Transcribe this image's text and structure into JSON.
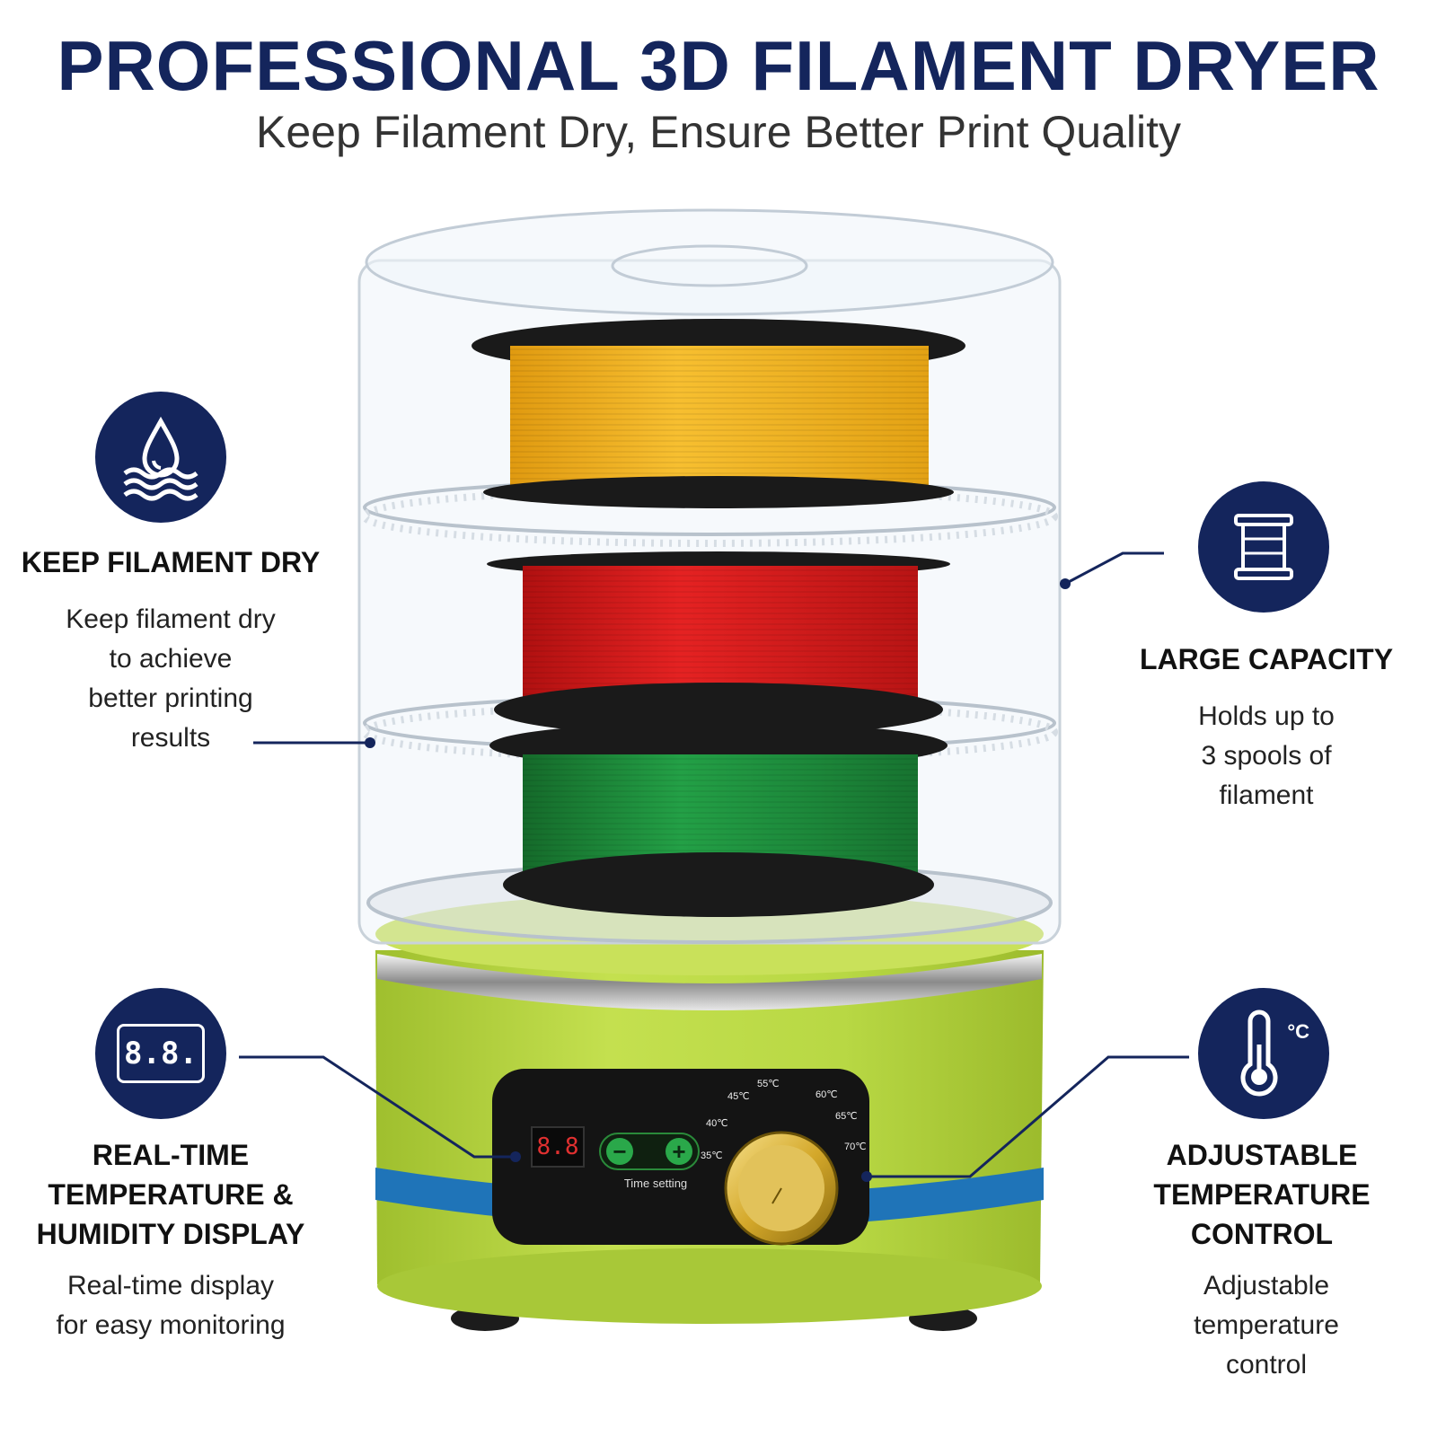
{
  "header": {
    "title": "PROFESSIONAL 3D FILAMENT DRYER",
    "subtitle": "Keep Filament Dry, Ensure Better Print Quality"
  },
  "features": {
    "dry": {
      "icon": "water-drop-icon",
      "title": "KEEP FILAMENT DRY",
      "desc_lines": [
        "Keep filament dry",
        "to achieve",
        "better printing",
        "results"
      ]
    },
    "capacity": {
      "icon": "spool-icon",
      "title": "LARGE CAPACITY",
      "desc_lines": [
        "Holds up to",
        "3 spools of",
        "filament"
      ]
    },
    "display": {
      "icon": "digital-display-icon",
      "icon_text": "8.8.",
      "title_lines": [
        "REAL-TIME",
        "TEMPERATURE &",
        "HUMIDITY DISPLAY"
      ],
      "desc_lines": [
        "Real-time display",
        "for easy monitoring"
      ]
    },
    "temperature": {
      "icon": "thermometer-icon",
      "icon_unit": "°C",
      "title_lines": [
        "ADJUSTABLE",
        "TEMPERATURE",
        "CONTROL"
      ],
      "desc_lines": [
        "Adjustable",
        "temperature",
        "control"
      ]
    }
  },
  "control_panel": {
    "display_value": "8.8",
    "minus": "−",
    "plus": "+",
    "time_label": "Time setting",
    "dial_marks": [
      "35℃",
      "40℃",
      "45℃",
      "55℃",
      "60℃",
      "65℃",
      "70℃"
    ]
  },
  "colors": {
    "navy": "#14255c",
    "spool_top": "#f2b21c",
    "spool_middle": "#d91a1a",
    "spool_bottom": "#1f8a3a",
    "base_green": "#b6d53e",
    "base_stripe": "#1f74b8"
  }
}
